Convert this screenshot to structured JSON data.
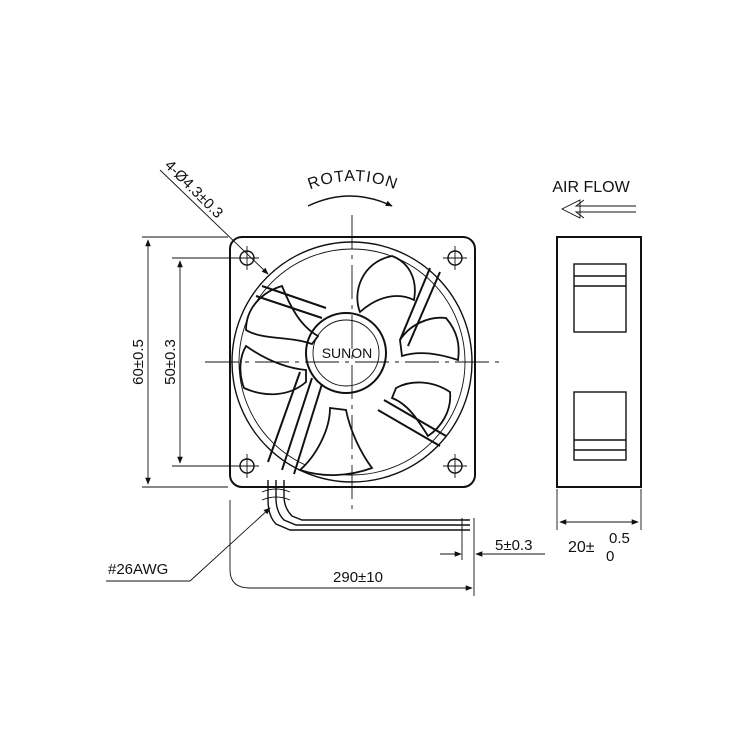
{
  "labels": {
    "rotation": "ROTATION",
    "air_flow": "AIR FLOW",
    "hole_spec": "4-Ø4.3±0.3",
    "brand": "SUNON",
    "outer_size": "60±0.5",
    "hole_pitch": "50±0.3",
    "wire_gauge": "#26AWG",
    "lead_length": "290±10",
    "strip_length": "5±0.3",
    "thickness_base": "20±",
    "thickness_upper": "0.5",
    "thickness_lower": "0"
  },
  "colors": {
    "line": "#111111",
    "background": "#ffffff"
  }
}
